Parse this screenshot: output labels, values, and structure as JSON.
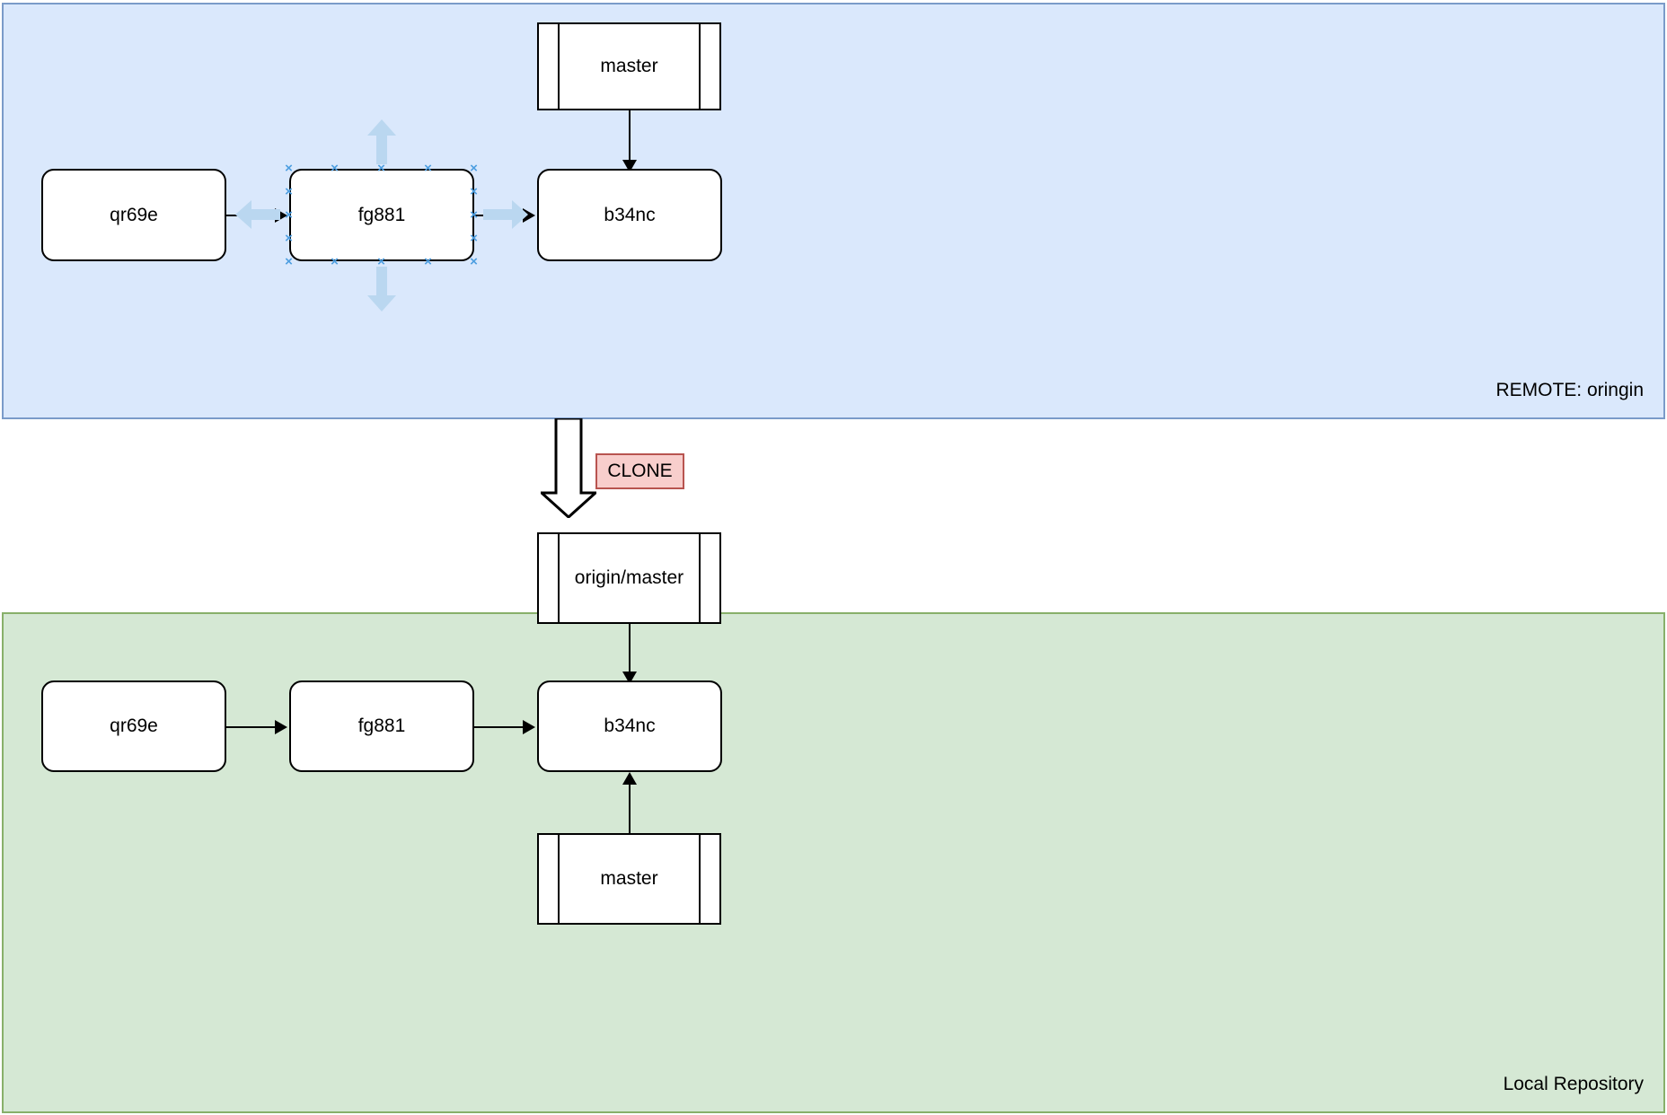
{
  "diagram": {
    "title": "Git clone: remote and local repository",
    "colors": {
      "remote_fill": "#dae8fc",
      "remote_border": "#7a9bc9",
      "local_fill": "#d5e8d4",
      "local_border": "#88b06a",
      "node_fill": "#ffffff",
      "node_border": "#000000",
      "badge_fill": "#f8cecc",
      "badge_border": "#b85450",
      "selection_handle": "#4d9ee0",
      "selection_arrow": "#bad7f0"
    }
  },
  "remote": {
    "label": "REMOTE: oringin",
    "commits": [
      {
        "id": "qr69e",
        "label": "qr69e"
      },
      {
        "id": "fg881",
        "label": "fg881",
        "selected": true
      },
      {
        "id": "b34nc",
        "label": "b34nc"
      }
    ],
    "branches": [
      {
        "id": "master",
        "label": "master",
        "points_to": "b34nc"
      }
    ]
  },
  "local": {
    "label": "Local Repository",
    "commits": [
      {
        "id": "qr69e",
        "label": "qr69e"
      },
      {
        "id": "fg881",
        "label": "fg881"
      },
      {
        "id": "b34nc",
        "label": "b34nc"
      }
    ],
    "branches": [
      {
        "id": "origin-master",
        "label": "origin/master",
        "points_to": "b34nc"
      },
      {
        "id": "master",
        "label": "master",
        "points_to": "b34nc"
      }
    ]
  },
  "clone": {
    "badge_label": "CLONE",
    "arrow_direction": "down"
  },
  "selection": {
    "target": "fg881",
    "handle_glyph": "x",
    "handle_count": 12,
    "direction_arrows": [
      "up",
      "down",
      "left",
      "right"
    ]
  }
}
